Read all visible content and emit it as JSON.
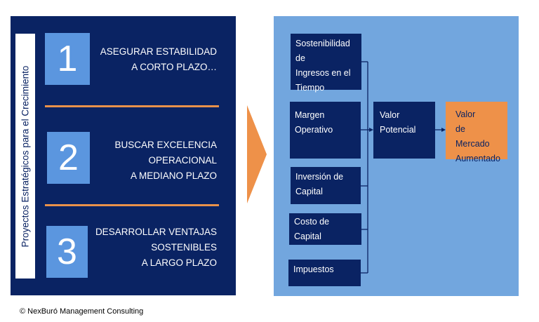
{
  "left_panel": {
    "vertical_label": "Proyectos Estratégicos para el Crecimiento",
    "steps": [
      {
        "number": "1",
        "lines": [
          "ASEGURAR ESTABILIDAD",
          "A CORTO PLAZO…"
        ]
      },
      {
        "number": "2",
        "lines": [
          "BUSCAR EXCELENCIA",
          "OPERACIONAL",
          "A MEDIANO PLAZO"
        ]
      },
      {
        "number": "3",
        "lines": [
          "DESARROLLAR VENTAJAS",
          "SOSTENIBLES",
          "A LARGO PLAZO"
        ]
      }
    ]
  },
  "right_panel": {
    "drivers": [
      {
        "lines": [
          "Sostenibilidad de",
          "Ingresos en el",
          "Tiempo"
        ]
      },
      {
        "lines": [
          "Margen",
          "Operativo"
        ]
      },
      {
        "lines": [
          "Inversión de",
          "Capital"
        ]
      },
      {
        "lines": [
          "Costo de",
          "Capital"
        ]
      },
      {
        "lines": [
          "Impuestos"
        ]
      }
    ],
    "middle": {
      "lines": [
        "Valor",
        "Potencial"
      ]
    },
    "result": {
      "lines": [
        "Valor",
        "de Mercado",
        "Aumentado"
      ]
    }
  },
  "colors": {
    "navy": "#0a2363",
    "light_blue": "#72a6de",
    "number_blue": "#5b96df",
    "orange": "#ee9149"
  },
  "footer": "© NexBuró Management Consulting"
}
